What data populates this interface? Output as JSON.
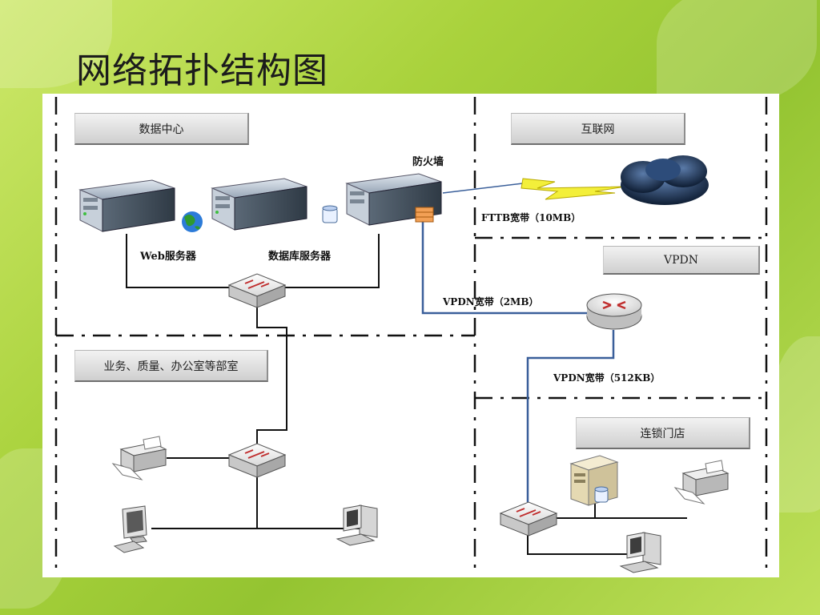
{
  "slide": {
    "title": "网络拓扑结构图"
  },
  "zones": {
    "datacenter": "数据中心",
    "internet": "互联网",
    "vpdn": "VPDN",
    "offices": "业务、质量、办公室等部室",
    "store": "连锁门店"
  },
  "devices": {
    "web_server": "Web服务器",
    "db_server": "数据库服务器",
    "firewall": "防火墙"
  },
  "links": {
    "fttb": "FTTB宽带（10MB）",
    "vpdn_2mb": "VPDN宽带（2MB）",
    "vpdn_512kb": "VPDN宽带（512KB）"
  },
  "colors": {
    "link_blue": "#3a5f9a",
    "wire_black": "#111111",
    "accent_green": "#2f9a2f"
  }
}
